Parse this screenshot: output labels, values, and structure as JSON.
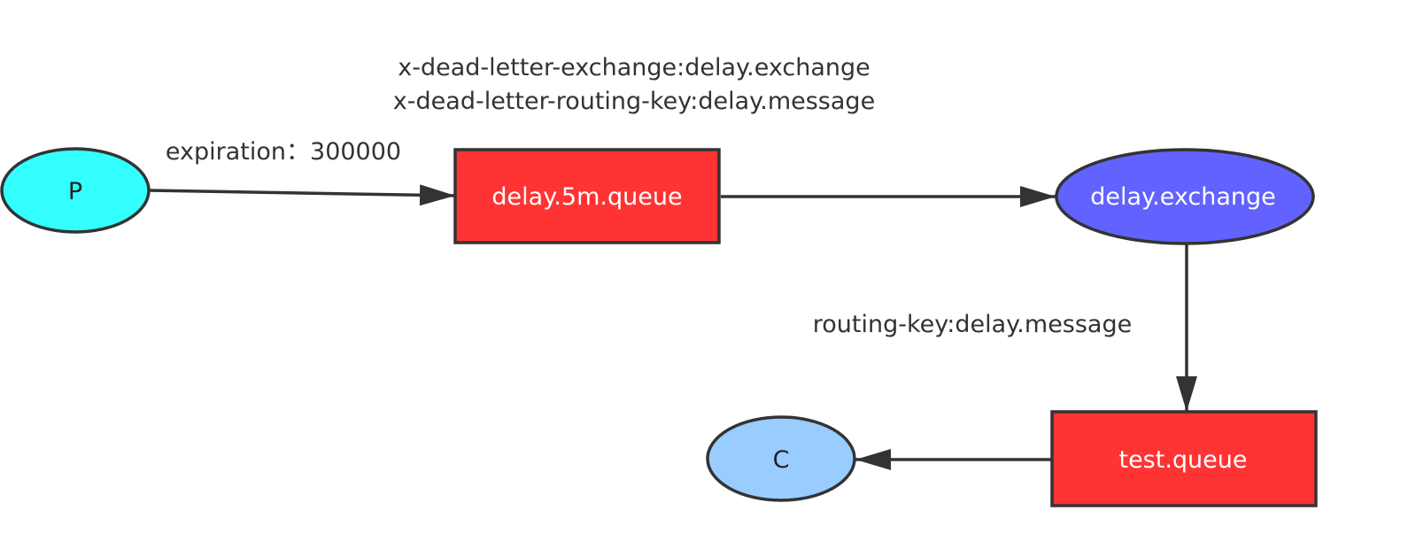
{
  "nodes": {
    "producer": {
      "label": "P",
      "fill": "#33ffff",
      "text_color": "#222222"
    },
    "delay_queue": {
      "label": "delay.5m.queue",
      "fill": "#ff3333",
      "text_color": "#ffffff"
    },
    "delay_exchange": {
      "label": "delay.exchange",
      "fill": "#6262ff",
      "text_color": "#ffffff"
    },
    "test_queue": {
      "label": "test.queue",
      "fill": "#ff3333",
      "text_color": "#ffffff"
    },
    "consumer": {
      "label": "C",
      "fill": "#99ccff",
      "text_color": "#222222"
    }
  },
  "labels": {
    "expiration": "expiration：300000",
    "dead_letter_exchange": "x-dead-letter-exchange:delay.exchange",
    "dead_letter_routing_key": "x-dead-letter-routing-key:delay.message",
    "routing_key": "routing-key:delay.message"
  },
  "colors": {
    "stroke": "#333333",
    "edge": "#333333"
  }
}
